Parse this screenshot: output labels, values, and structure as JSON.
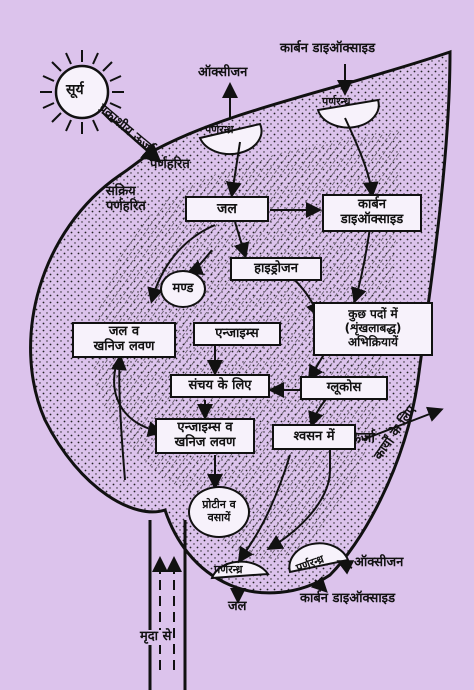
{
  "top": {
    "co2_label": "कार्बन डाइऑक्साइड",
    "oxygen_label": "ऑक्सीजन",
    "sun_label": "सूर्य",
    "light_energy": "प्रकाशीय ऊर्जा"
  },
  "stomata": {
    "top_left": "पर्णरन्ध्र",
    "top_right": "पर्णरन्ध्र",
    "bottom_left": "पर्णरन्ध्र",
    "bottom_right": "पर्णरन्ध्र"
  },
  "leaf_labels": {
    "chlorophyll": "पर्णहरित",
    "active_chlorophyll": "सक्रिय\nपर्णहरित",
    "energy_for_work": "कार्यों के लिए",
    "energy": "ऊर्जा"
  },
  "boxes": {
    "water": "जल",
    "co2": "कार्बन\nडाइऑक्साइड",
    "hydrogen": "हाइड्रोजन",
    "reactions": "कुछ पदों में\n(शृंखलाबद्ध)\nअभिक्रियायें",
    "water_minerals": "जल व\nखनिज लवण",
    "enzymes": "एन्जाइम्स",
    "for_storage": "संचय के लिए",
    "glucose": "ग्लूकोस",
    "enzymes_minerals": "एन्जाइम्स व\nखनिज लवण",
    "respiration": "श्वसन में"
  },
  "circles": {
    "starch": "मण्ड",
    "protein_fat": "प्रोटीन व\nवसायें"
  },
  "bottom": {
    "oxygen_label": "ऑक्सीजन",
    "water_label": "जल",
    "co2_label": "कार्बन डाइऑक्साइड",
    "from_soil": "मृदा से"
  },
  "colors": {
    "background": "#dcc3ec",
    "ink": "#111111",
    "box_fill": "#f7f2fb"
  }
}
